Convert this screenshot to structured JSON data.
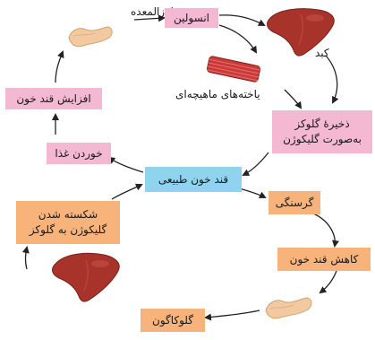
{
  "labels": {
    "pancreas_top": "لوزالمعده",
    "insulin": "انسولین",
    "liver": "کبد",
    "muscle_cells": "یاخته‌های ماهیچه‌ای",
    "glycogen_store_line1": "ذخیرهٔ گلوکز",
    "glycogen_store_line2": "به‌صورت گلیکوژن",
    "blood_sugar_rise": "افزایش قند خون",
    "eating": "خوردن غذا",
    "normal_blood_sugar": "قند خون طبیعی",
    "hunger": "گرسنگی",
    "breakdown_line1": "شکسته شدن",
    "breakdown_line2": "گلیکوژن به گلوکز",
    "blood_sugar_drop": "کاهش قند خون",
    "glucagon": "گلوکاگون"
  },
  "colors": {
    "pink": "#f4b8d3",
    "orange": "#f7b37a",
    "blue": "#8fd3ee",
    "liver": "#a8332a",
    "pancreas": "#f2c9a0",
    "muscle": "#c93a3a"
  },
  "icons": [
    "pancreas-icon",
    "liver-icon",
    "muscle-icon"
  ]
}
